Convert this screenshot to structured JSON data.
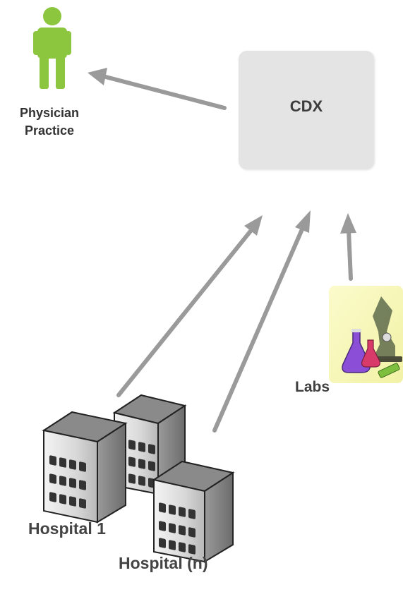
{
  "nodes": {
    "physician": {
      "line1": "Physician",
      "line2": "Practice",
      "icon": "person-icon",
      "color": "#8cc63f"
    },
    "cdx": {
      "label": "CDX",
      "color": "#e4e4e4"
    },
    "labs": {
      "label": "Labs",
      "icon": "lab-equipment-icon"
    },
    "hospital1": {
      "label": "Hospital 1",
      "icon": "hospital-building-icon"
    },
    "hospitaln": {
      "label": "Hospital (n)",
      "icon": "hospital-building-icon"
    }
  },
  "connections": [
    {
      "from": "cdx",
      "to": "physician"
    },
    {
      "from": "hospital1",
      "to": "cdx"
    },
    {
      "from": "hospitaln",
      "to": "cdx"
    },
    {
      "from": "labs",
      "to": "cdx"
    }
  ],
  "arrow_color": "#9a9a9a"
}
